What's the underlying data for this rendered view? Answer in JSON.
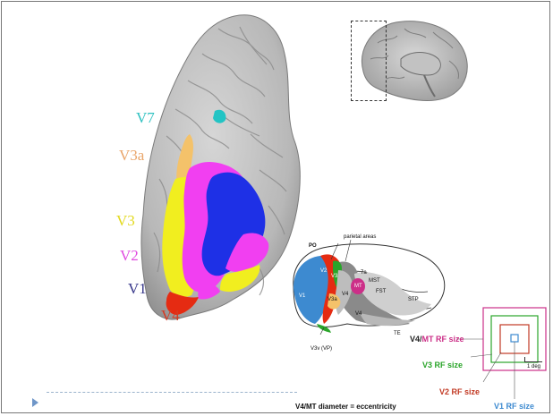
{
  "brain_labels": {
    "v7": "V7",
    "v3a": "V3a",
    "v3": "V3",
    "v2": "V2",
    "v1": "V1",
    "v4": "V4"
  },
  "monkey_labels": {
    "parietal_areas": "parietal areas",
    "po": "PO",
    "mst": "MST",
    "fst": "FST",
    "stp": "STP",
    "te": "TE",
    "v3v": "V3v (VP)",
    "v1": "V1",
    "v2": "V2",
    "v3": "V3",
    "v3a": "V3a",
    "v4": "V4",
    "mt": "MT",
    "t7": "7a",
    "t4": "V4"
  },
  "rf": {
    "v4mt_prefix": "V4/",
    "v4mt_mt": "MT",
    "v4mt_suffix": " RF size",
    "v3": "V3 RF size",
    "v2": "V2 RF size",
    "v1": "V1 RF size",
    "scale": "1 deg"
  },
  "caption": "V4/MT diameter = eccentricity",
  "colors": {
    "v1": "#1e30e6",
    "v2": "#f13ff1",
    "v3": "#f1ee1f",
    "v3a": "#f4c26a",
    "v4": "#e52b12",
    "v7": "#22c4c4",
    "label_v1": "#37378a",
    "label_v2": "#e04ce0",
    "label_v3": "#e2d91c",
    "label_v3a": "#e9a56a",
    "label_v4": "#d73a22",
    "label_v7": "#2fc1c1",
    "rf_v4mt": "#cc2f88",
    "rf_v3": "#2aa52a",
    "rf_v2": "#c23a24",
    "rf_v1": "#3d8ad0"
  }
}
